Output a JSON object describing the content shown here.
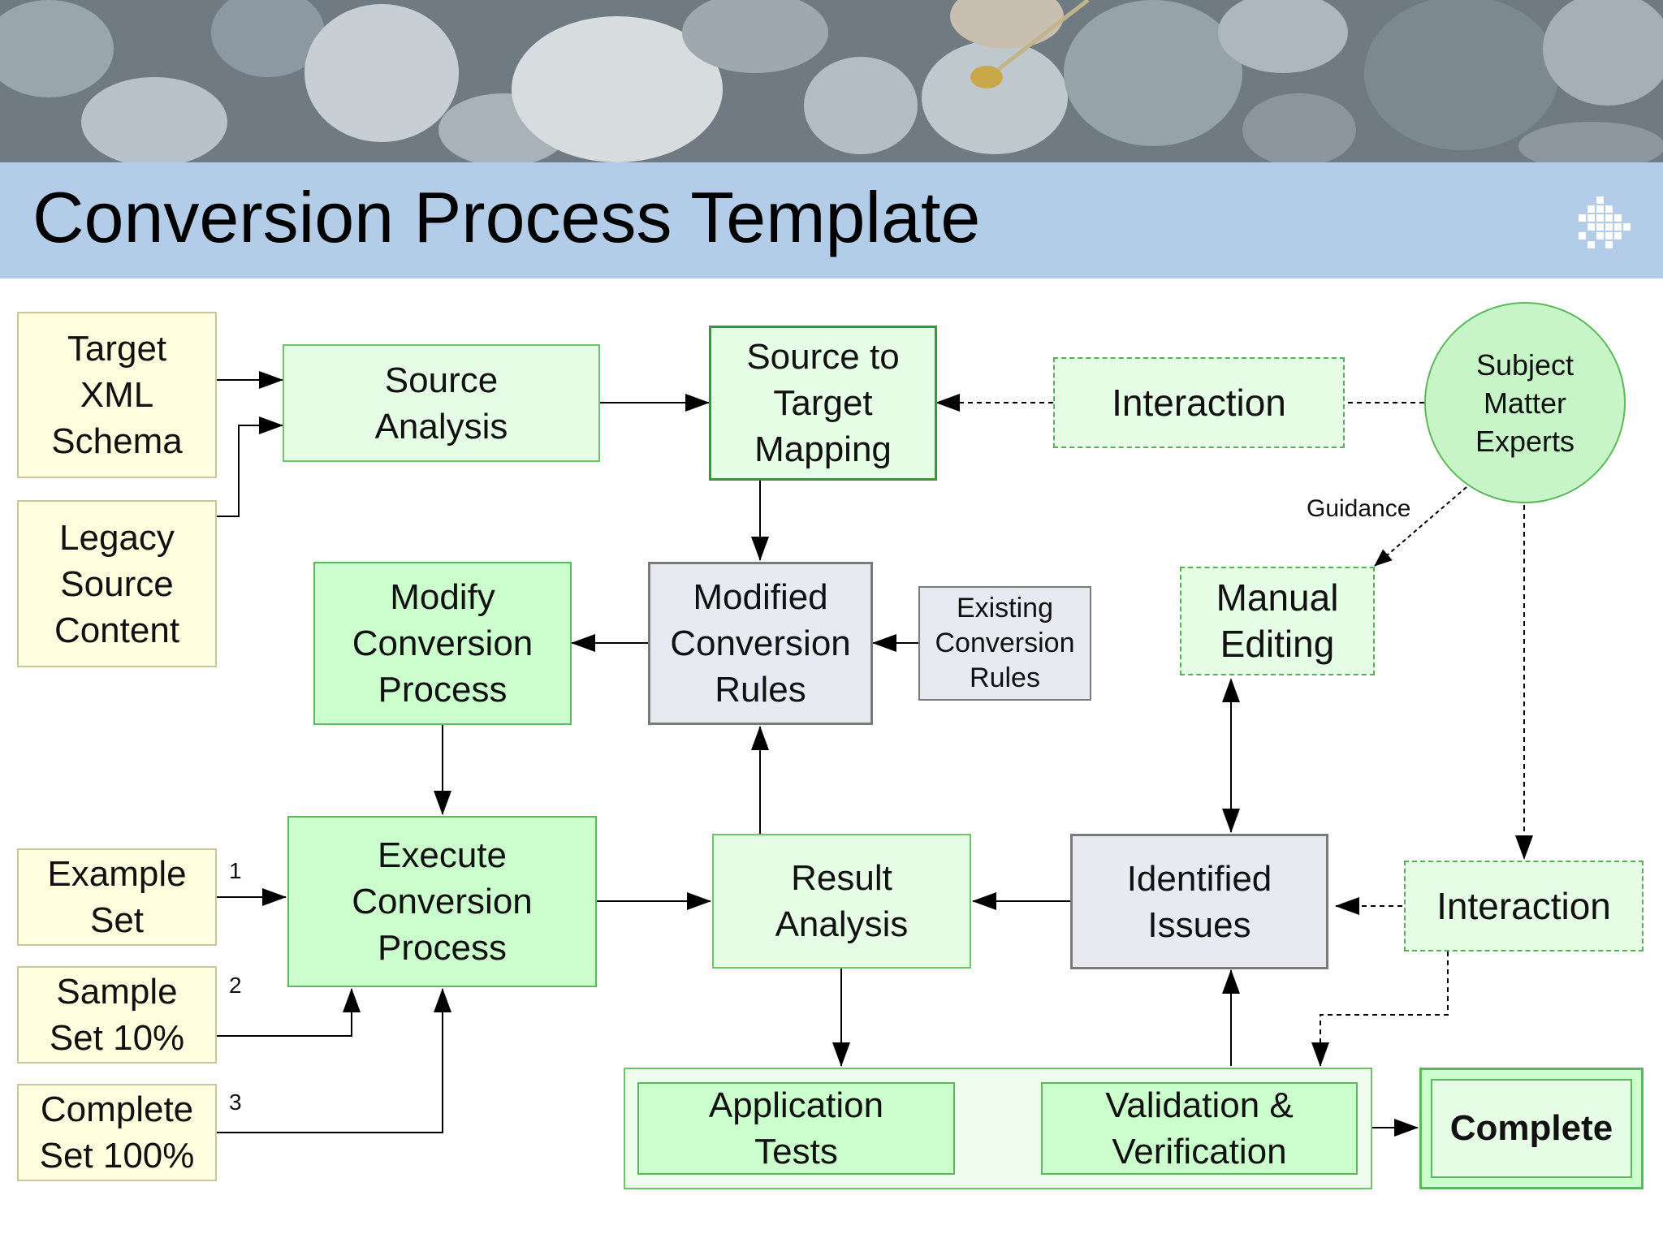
{
  "slide": {
    "title": "Conversion Process Template",
    "colors": {
      "title_band": "#b3cde8",
      "input_box": "#ffffdf",
      "process_box_light": "#e6fde6",
      "process_box_mid": "#ccfdcc",
      "rules_box": "#e8eaf2",
      "expert_circle": "#c8f5c8"
    },
    "header_image": "river-stones-photo",
    "logo_icon": "dotted-arrow-logo-icon"
  },
  "nodes": {
    "target_xml_schema": "Target\nXML\nSchema",
    "legacy_source_content": "Legacy\nSource\nContent",
    "source_analysis": "Source\nAnalysis",
    "source_to_target_mapping": "Source to\nTarget\nMapping",
    "interaction_top": "Interaction",
    "subject_matter_experts": "Subject\nMatter\nExperts",
    "modify_conversion_process": "Modify\nConversion\nProcess",
    "modified_conversion_rules": "Modified\nConversion\nRules",
    "existing_conversion_rules": "Existing\nConversion\nRules",
    "manual_editing": "Manual\nEditing",
    "example_set": "Example\nSet",
    "sample_set": "Sample\nSet 10%",
    "complete_set": "Complete\nSet 100%",
    "execute_conversion_process": "Execute\nConversion\nProcess",
    "result_analysis": "Result\nAnalysis",
    "identified_issues": "Identified\nIssues",
    "interaction_bottom": "Interaction",
    "application_tests": "Application\nTests",
    "validation_verification": "Validation &\nVerification",
    "complete": "Complete"
  },
  "edge_labels": {
    "guidance": "Guidance",
    "step_1": "1",
    "step_2": "2",
    "step_3": "3"
  }
}
